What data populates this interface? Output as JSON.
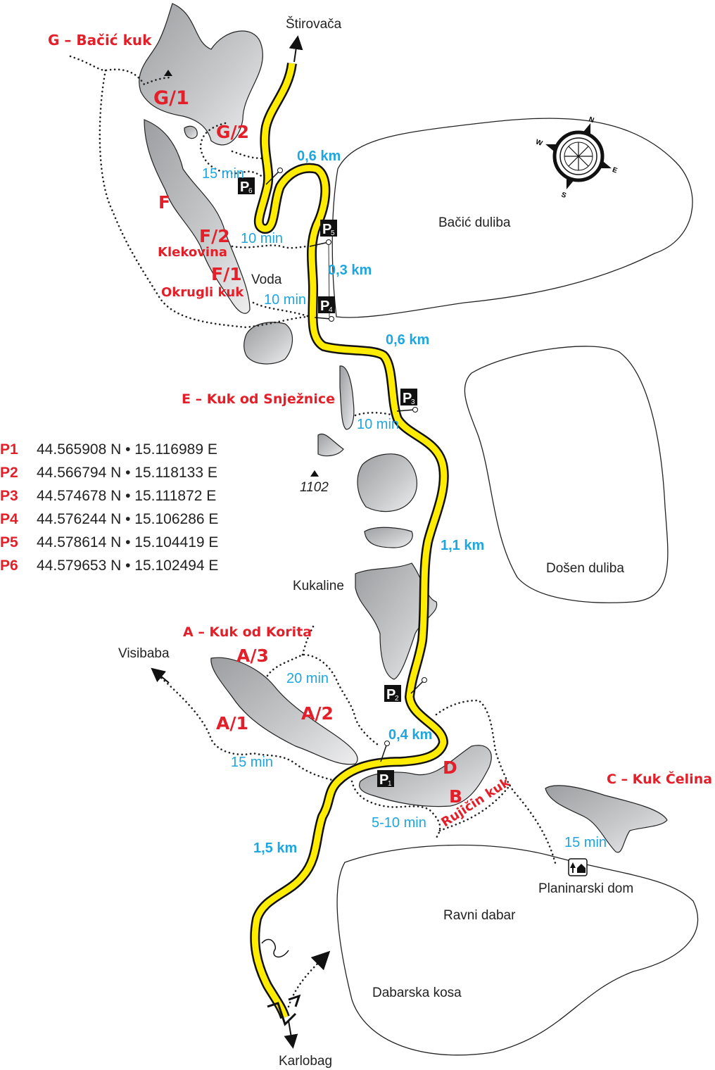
{
  "colors": {
    "road": "#ffec00",
    "label_red": "#e3202a",
    "label_blue": "#1fa6e0",
    "rock": "#b8b9bb"
  },
  "destinations": {
    "north": "Štirovača",
    "south": "Karlobag",
    "west": "Visibaba"
  },
  "areas": {
    "bacic_duliba": "Bačić duliba",
    "dosen_duliba": "Došen duliba",
    "ravni_dabar": "Ravni dabar",
    "dabarska_kosa": "Dabarska kosa",
    "kukaline": "Kukaline",
    "voda": "Voda",
    "peak_1102": "1102",
    "planinarski_dom": "Planinarski dom"
  },
  "climbing": {
    "G": "G – Bačić kuk",
    "G1": "G/1",
    "G2": "G/2",
    "F": "F",
    "F2": "F/2",
    "F2name": "Klekovina",
    "F1": "F/1",
    "F1name": "Okrugli kuk",
    "E": "E – Kuk od Snježnice",
    "A": "A – Kuk od Korita",
    "A1": "A/1",
    "A2": "A/2",
    "A3": "A/3",
    "C": "C – Kuk Čelina",
    "D": "D",
    "B": "B",
    "Bname": "Rujičin kuk"
  },
  "distances": {
    "d1": "0,6 km",
    "d2": "0,3 km",
    "d3": "0,6 km",
    "d4": "1,1 km",
    "d5": "0,4 km",
    "d6": "1,5 km"
  },
  "times": {
    "t_g": "15 min",
    "t_f2": "10 min",
    "t_f1": "10 min",
    "t_e": "10 min",
    "t_a": "20 min",
    "t_a1": "15 min",
    "t_b": "5-10 min",
    "t_c": "15 min"
  },
  "parking": [
    {
      "id": "P1",
      "label": "P",
      "sub": "1",
      "coords": "44.565908 N • 15.116989 E"
    },
    {
      "id": "P2",
      "label": "P",
      "sub": "2",
      "coords": "44.566794 N • 15.118133 E"
    },
    {
      "id": "P3",
      "label": "P",
      "sub": "3",
      "coords": "44.574678 N • 15.111872 E"
    },
    {
      "id": "P4",
      "label": "P",
      "sub": "4",
      "coords": "44.576244 N • 15.106286 E"
    },
    {
      "id": "P5",
      "label": "P",
      "sub": "5",
      "coords": "44.578614 N • 15.104419 E"
    },
    {
      "id": "P6",
      "label": "P",
      "sub": "6",
      "coords": "44.579653 N • 15.102494 E"
    }
  ],
  "compass": {
    "n": "N",
    "e": "E",
    "s": "S",
    "w": "W"
  },
  "icons": {
    "peak": "triangle-peak-icon",
    "hut": "mountain-hut-icon",
    "compass": "compass-rose-icon",
    "parking": "parking-icon"
  }
}
